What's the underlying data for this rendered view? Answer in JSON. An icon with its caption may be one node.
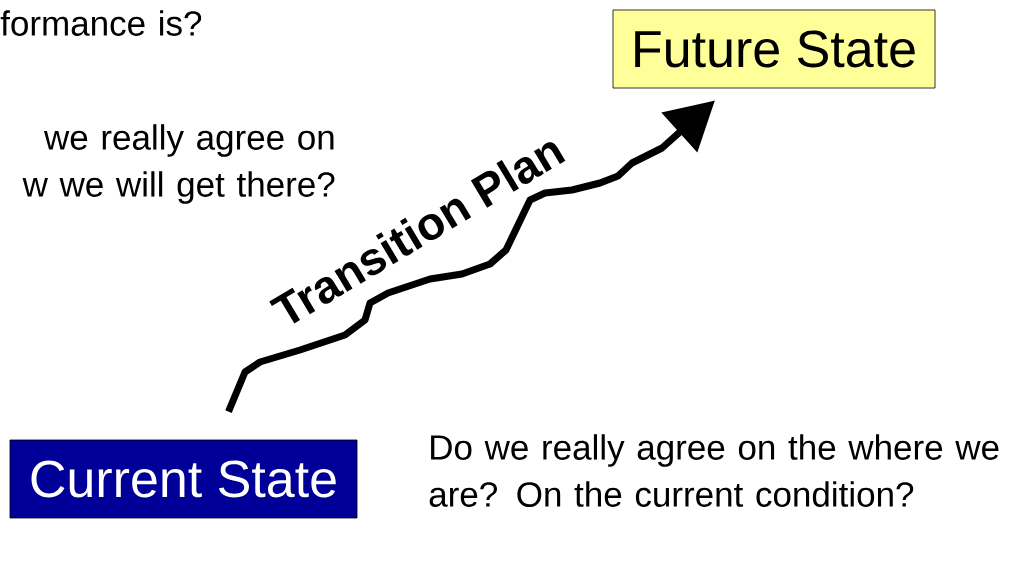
{
  "diagram": {
    "nodes": [
      {
        "text": [
          "Current State"
        ]
      },
      {
        "text": [
          "Future State"
        ]
      }
    ],
    "edges": [
      {
        "from": 0,
        "to": 1,
        "arrow": "to",
        "label": "Transition Plan"
      }
    ],
    "labels": [
      "formance is?",
      "we really agree on w we will get there?",
      "Do we really agree on the where we are?  On the current condition?"
    ]
  }
}
